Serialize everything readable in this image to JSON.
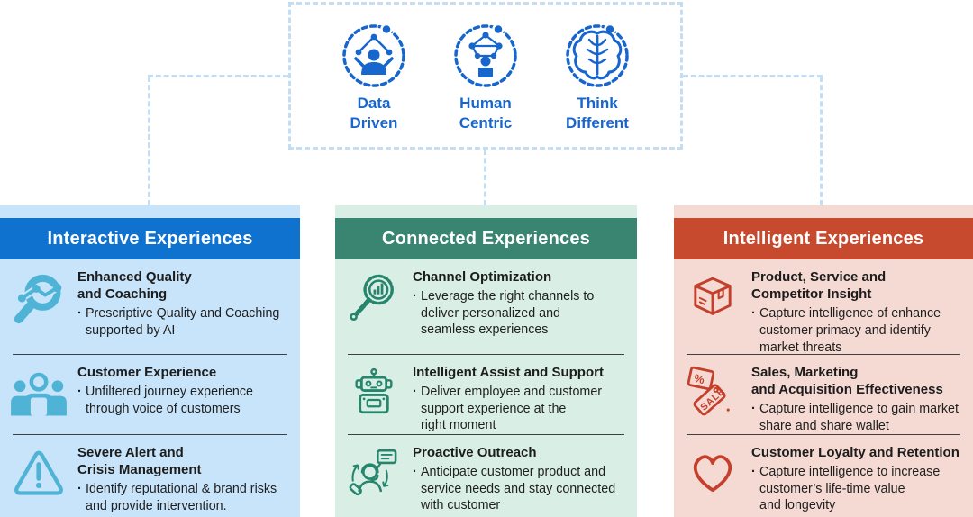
{
  "principles": {
    "border_color": "#c3ddf3",
    "accent_color": "#1766ce",
    "items": [
      {
        "icon": "data-driven-icon",
        "label": "Data\nDriven"
      },
      {
        "icon": "human-centric-icon",
        "label": "Human\nCentric"
      },
      {
        "icon": "think-different-icon",
        "label": "Think\nDifferent"
      }
    ]
  },
  "cards": [
    {
      "title": "Interactive Experiences",
      "header_color": "#0f72cf",
      "body_color": "#c7e4fa",
      "icon_color": "#4fb3d6",
      "items": [
        {
          "icon": "quality-coaching-icon",
          "title": "Enhanced Quality\nand Coaching",
          "bullet": "Prescriptive Quality and Coaching\nsupported by AI"
        },
        {
          "icon": "customer-experience-icon",
          "title": "Customer Experience",
          "bullet": "Unfiltered journey experience\nthrough voice of customers"
        },
        {
          "icon": "severe-alert-icon",
          "title": "Severe Alert and\nCrisis Management",
          "bullet": "Identify reputational & brand risks\nand provide intervention."
        }
      ]
    },
    {
      "title": "Connected Experiences",
      "header_color": "#398571",
      "body_color": "#d9efe6",
      "icon_color": "#27856c",
      "items": [
        {
          "icon": "channel-optimization-icon",
          "title": "Channel Optimization",
          "bullet": "Leverage the right channels to\ndeliver personalized and\nseamless experiences"
        },
        {
          "icon": "intelligent-assist-icon",
          "title": "Intelligent Assist and Support",
          "bullet": "Deliver employee and customer\nsupport experience at the\nright moment"
        },
        {
          "icon": "proactive-outreach-icon",
          "title": "Proactive Outreach",
          "bullet": "Anticipate customer product and\nservice needs and stay connected\nwith customer"
        }
      ]
    },
    {
      "title": "Intelligent Experiences",
      "header_color": "#c74a2f",
      "body_color": "#f5dad3",
      "icon_color": "#c5402c",
      "items": [
        {
          "icon": "product-insight-icon",
          "title": "Product, Service and\nCompetitor Insight",
          "bullet": "Capture intelligence of enhance\ncustomer primacy and identify\nmarket threats"
        },
        {
          "icon": "sales-marketing-icon",
          "title": "Sales, Marketing\nand Acquisition Effectiveness",
          "bullet": "Capture intelligence to gain market\nshare and share wallet",
          "icon_text_back": "%",
          "icon_text_front": "SALE"
        },
        {
          "icon": "customer-loyalty-icon",
          "title": "Customer Loyalty and Retention",
          "bullet": "Capture intelligence to increase\ncustomer’s life-time value\nand longevity"
        }
      ]
    }
  ]
}
